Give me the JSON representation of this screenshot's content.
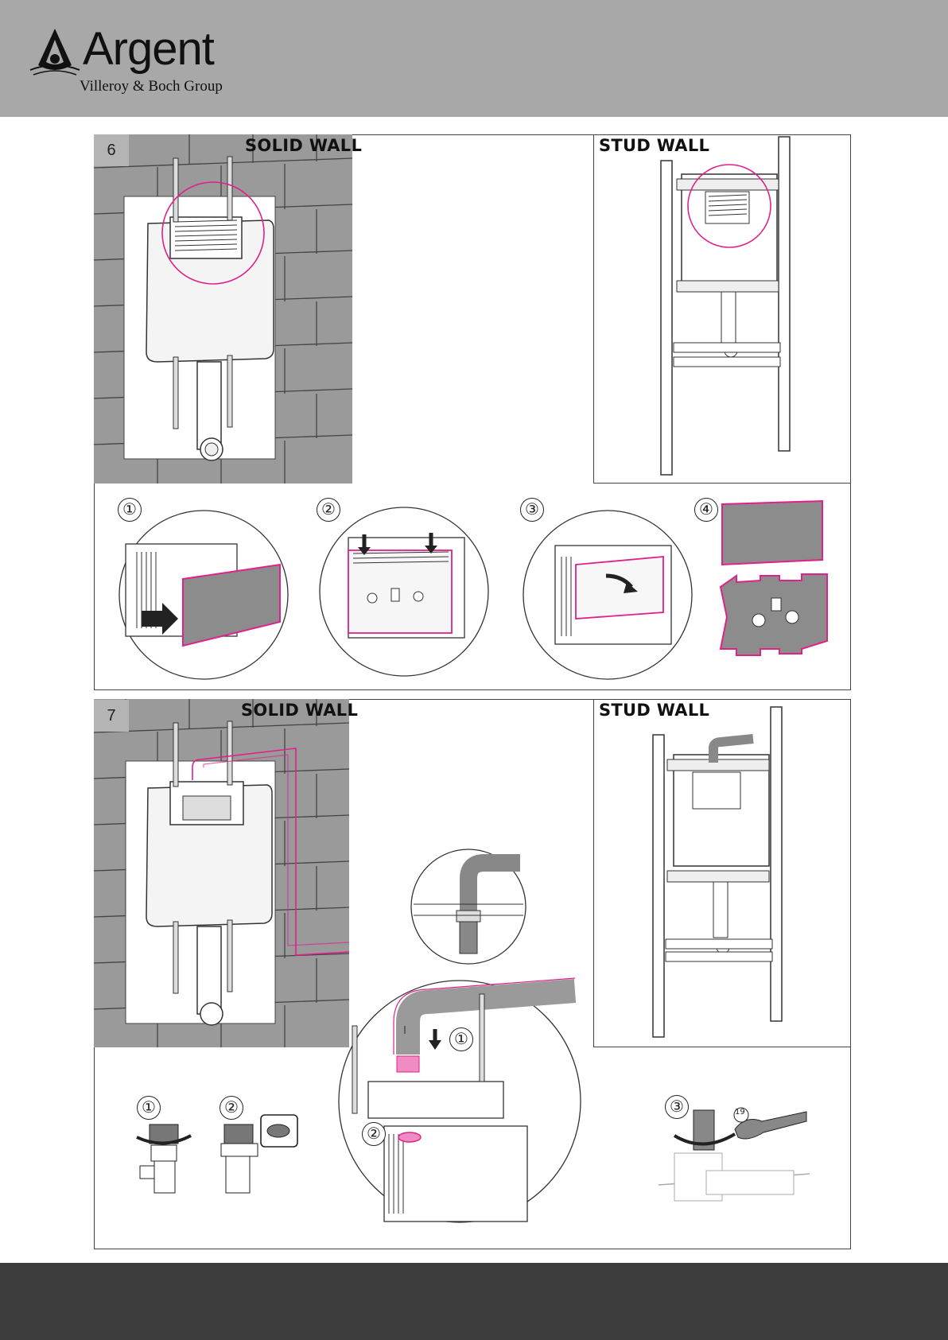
{
  "brand": {
    "name": "Argent",
    "group": "Villeroy & Boch Group",
    "icon": "water-drop-logo-icon"
  },
  "colors": {
    "header": "#a8a8a8",
    "footer": "#3d3d3d",
    "accent": "#e0218a"
  },
  "section6": {
    "step": "6",
    "solid_wall": "SOLID WALL",
    "stud_wall": "STUD WALL",
    "substeps": [
      "①",
      "②",
      "③",
      "④"
    ]
  },
  "section7": {
    "step": "7",
    "solid_wall": "SOLID WALL",
    "stud_wall": "STUD WALL",
    "detail_labels": [
      "①",
      "②"
    ],
    "fitting_steps": [
      "①",
      "②",
      "③"
    ],
    "wrench_size": "19"
  }
}
